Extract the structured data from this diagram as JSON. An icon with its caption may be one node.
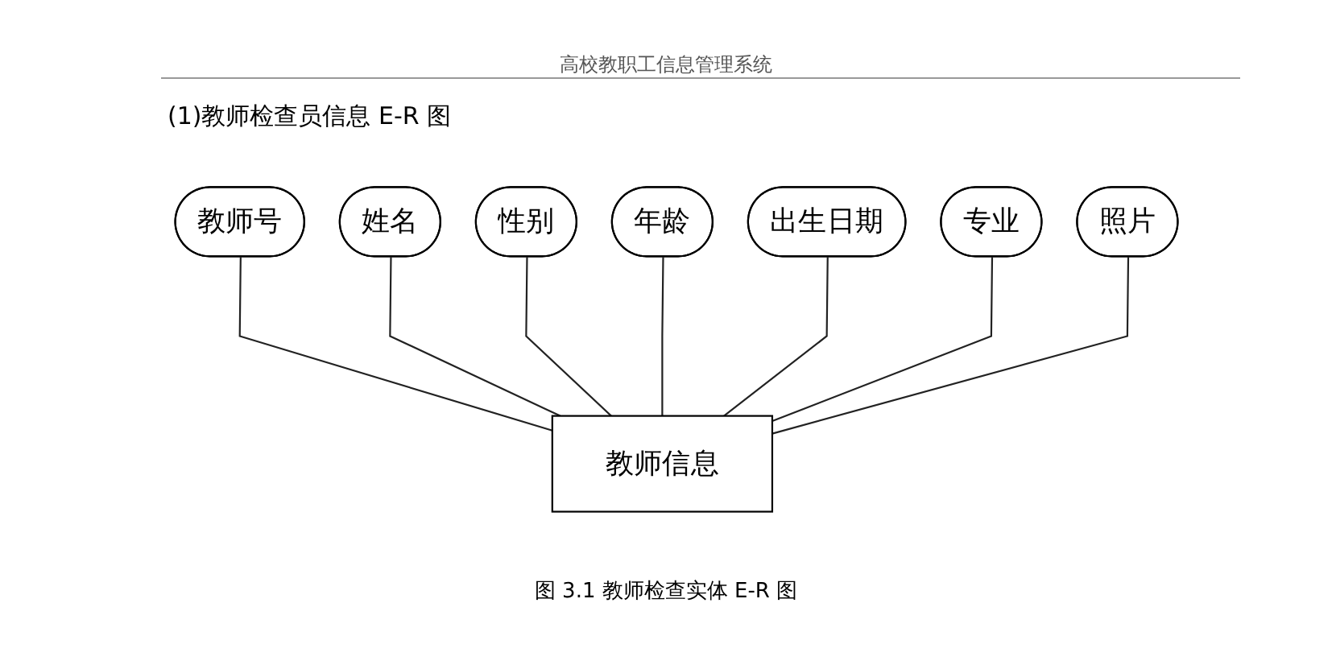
{
  "diagram": {
    "title": "(1)教师检查员信息 E-R 图",
    "caption": "图 3.1 教师检查实体 E-R 图",
    "nodes": [
      {
        "text": [
          "教师号"
        ]
      },
      {
        "text": [
          "姓名"
        ]
      },
      {
        "text": [
          "性别"
        ]
      },
      {
        "text": [
          "年龄"
        ]
      },
      {
        "text": [
          "出生日期"
        ]
      },
      {
        "text": [
          "专业"
        ]
      },
      {
        "text": [
          "照片"
        ]
      },
      {
        "text": [
          "教师信息"
        ]
      }
    ],
    "edges": [
      {
        "from": 0,
        "to": 7,
        "arrow": "none"
      },
      {
        "from": 1,
        "to": 7,
        "arrow": "none"
      },
      {
        "from": 2,
        "to": 7,
        "arrow": "none"
      },
      {
        "from": 3,
        "to": 7,
        "arrow": "none"
      },
      {
        "from": 4,
        "to": 7,
        "arrow": "none"
      },
      {
        "from": 5,
        "to": 7,
        "arrow": "none"
      },
      {
        "from": 6,
        "to": 7,
        "arrow": "none"
      }
    ],
    "labels": [
      "高校教职工信息管理系统"
    ]
  }
}
